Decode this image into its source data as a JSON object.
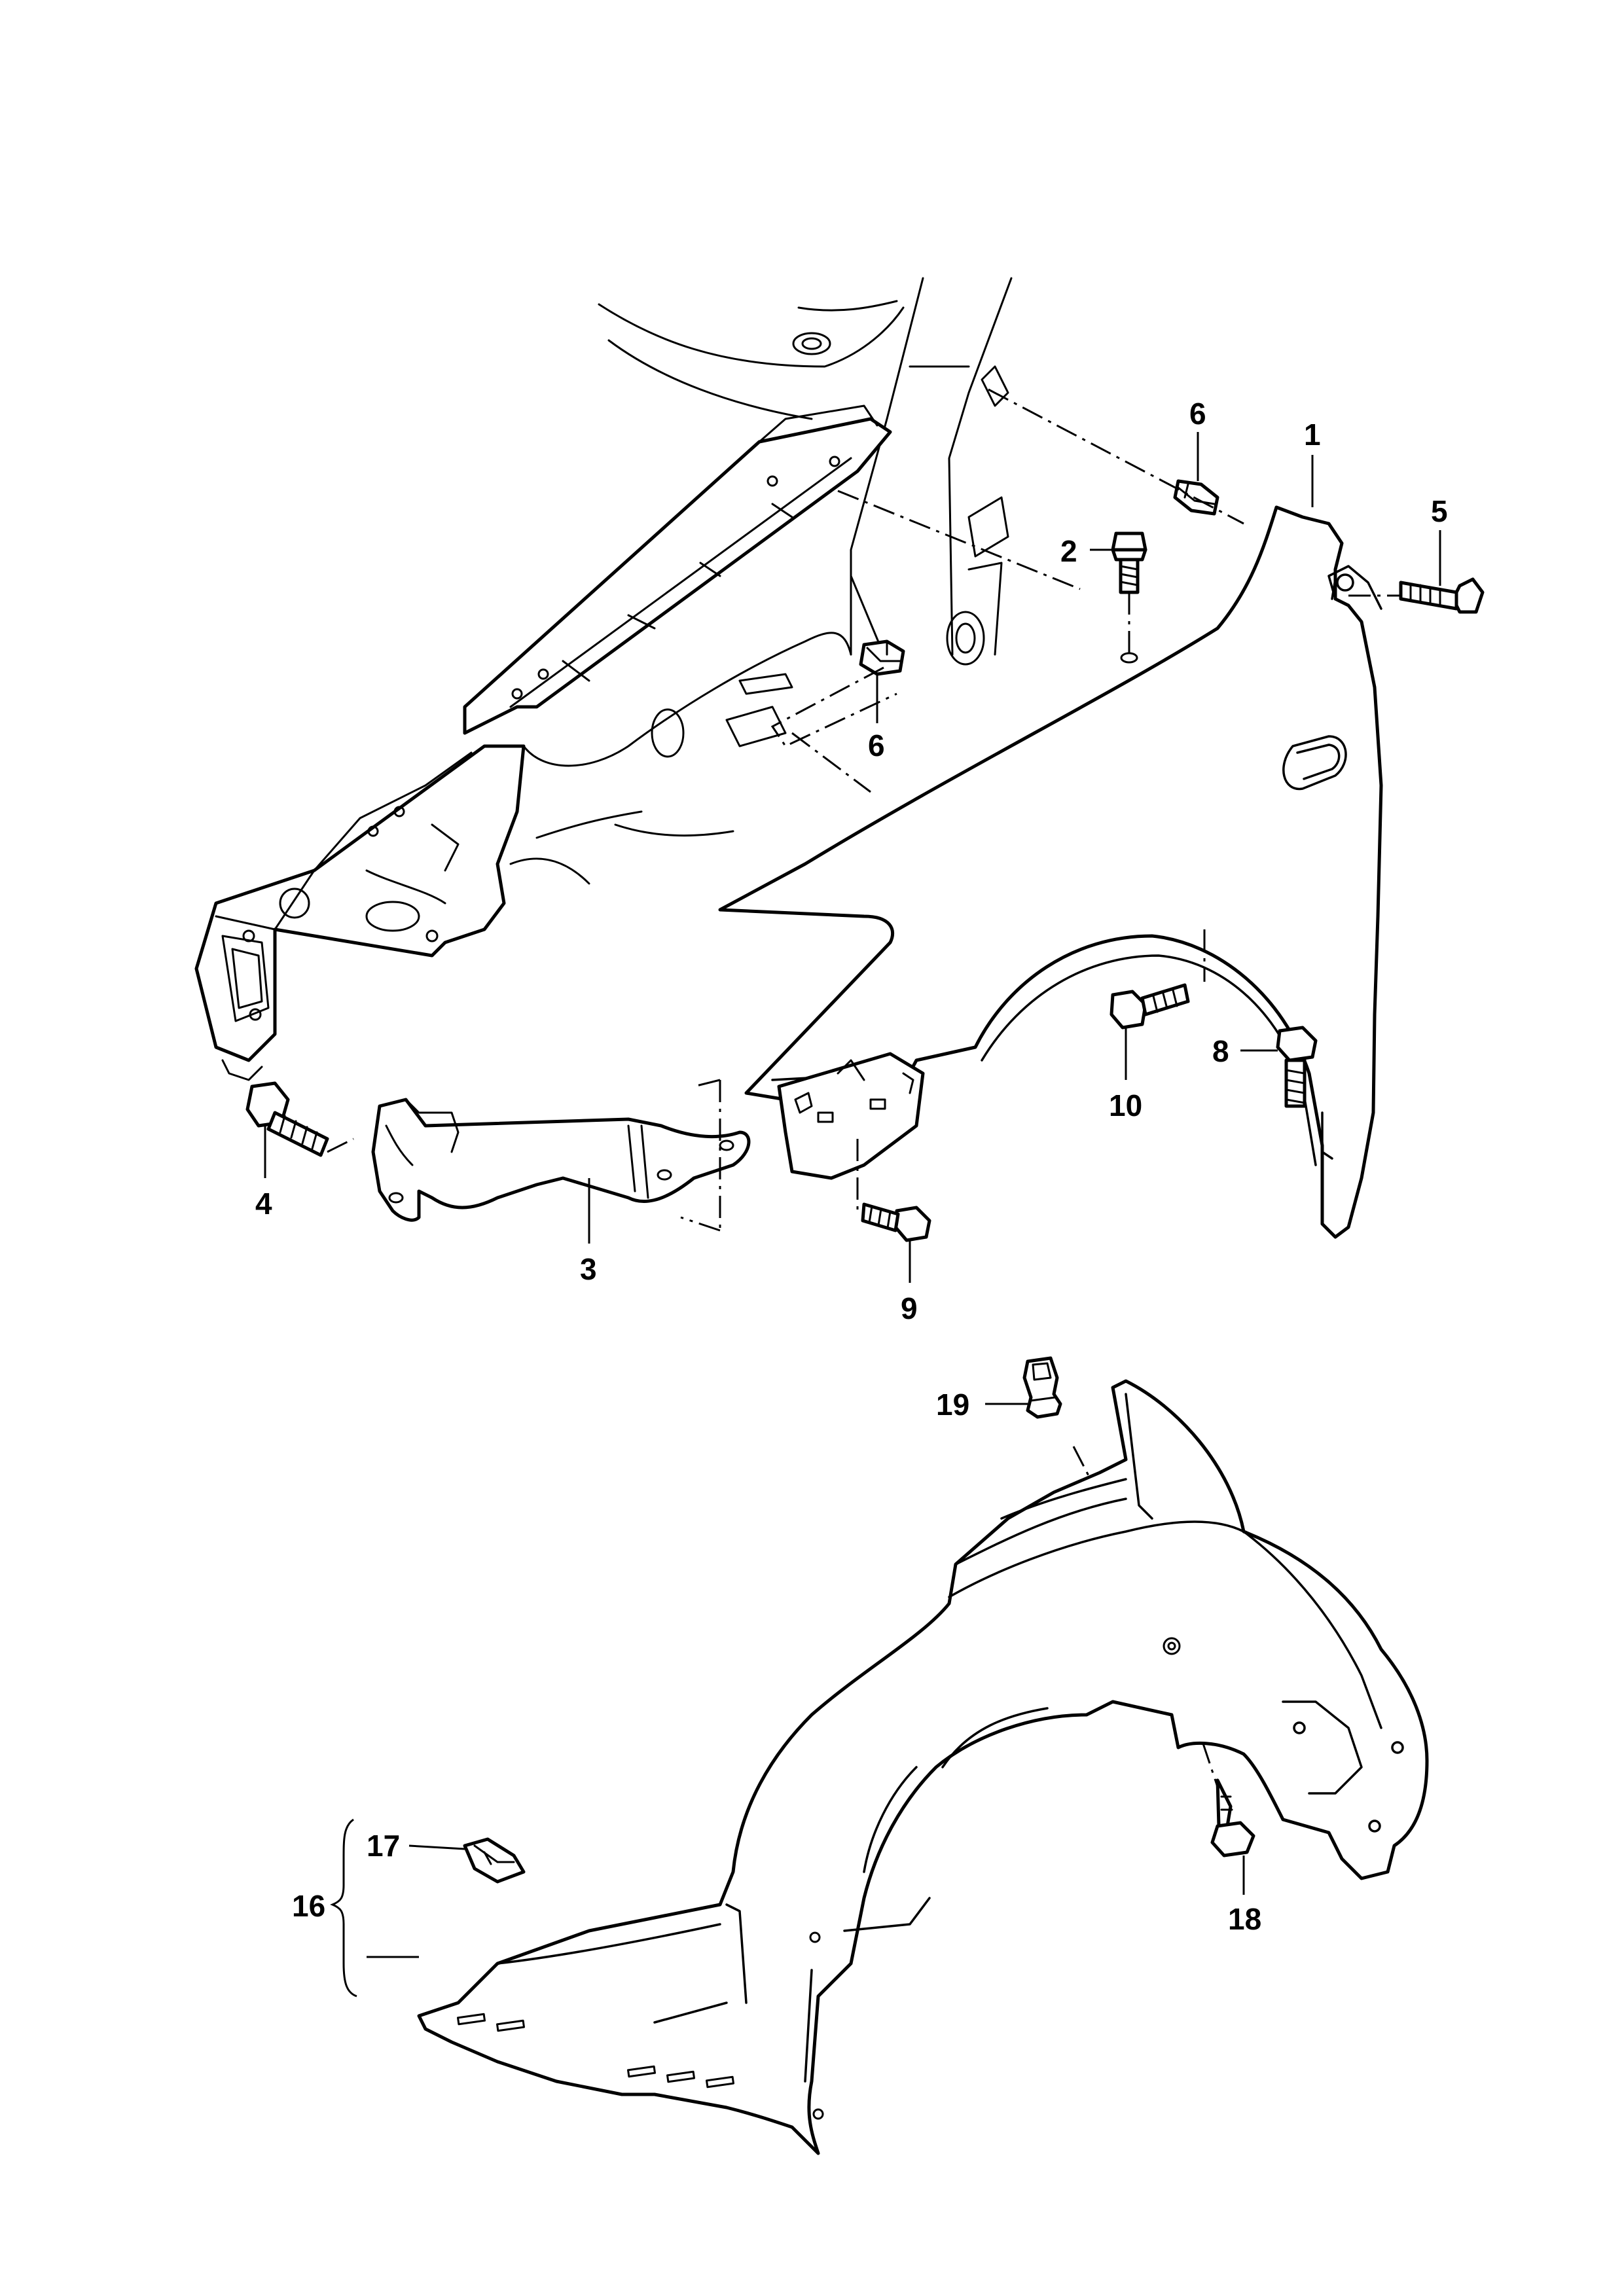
{
  "callouts": {
    "c1": "1",
    "c2": "2",
    "c3": "3",
    "c4": "4",
    "c5": "5",
    "c6_top": "6",
    "c6_mid": "6",
    "c8": "8",
    "c9": "9",
    "c10": "10",
    "c16": "16",
    "c17": "17",
    "c18": "18",
    "c19": "19"
  }
}
